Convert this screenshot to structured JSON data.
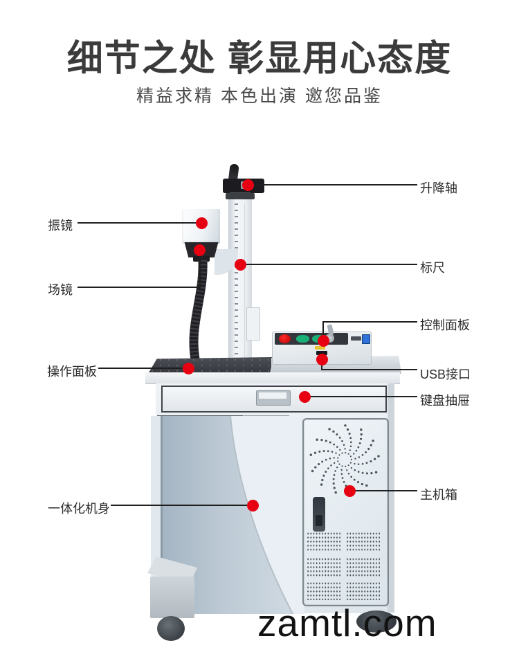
{
  "header": {
    "title": "细节之处 彰显用心态度",
    "subtitle": "精益求精 本色出演 邀您品鉴"
  },
  "callouts": {
    "galvanometer": "振镜",
    "field_lens": "场镜",
    "operation_panel": "操作面板",
    "integrated_body": "一体化机身",
    "lifting_axis": "升降轴",
    "ruler": "标尺",
    "control_panel": "控制面板",
    "usb_port": "USB接口",
    "keyboard_drawer": "键盘抽屉",
    "main_chassis": "主机箱"
  },
  "watermark": "zamtl.com",
  "colors": {
    "accent_red": "#e60012",
    "leader_line": "#1f1f1f",
    "title_text": "#3b3b3b"
  }
}
